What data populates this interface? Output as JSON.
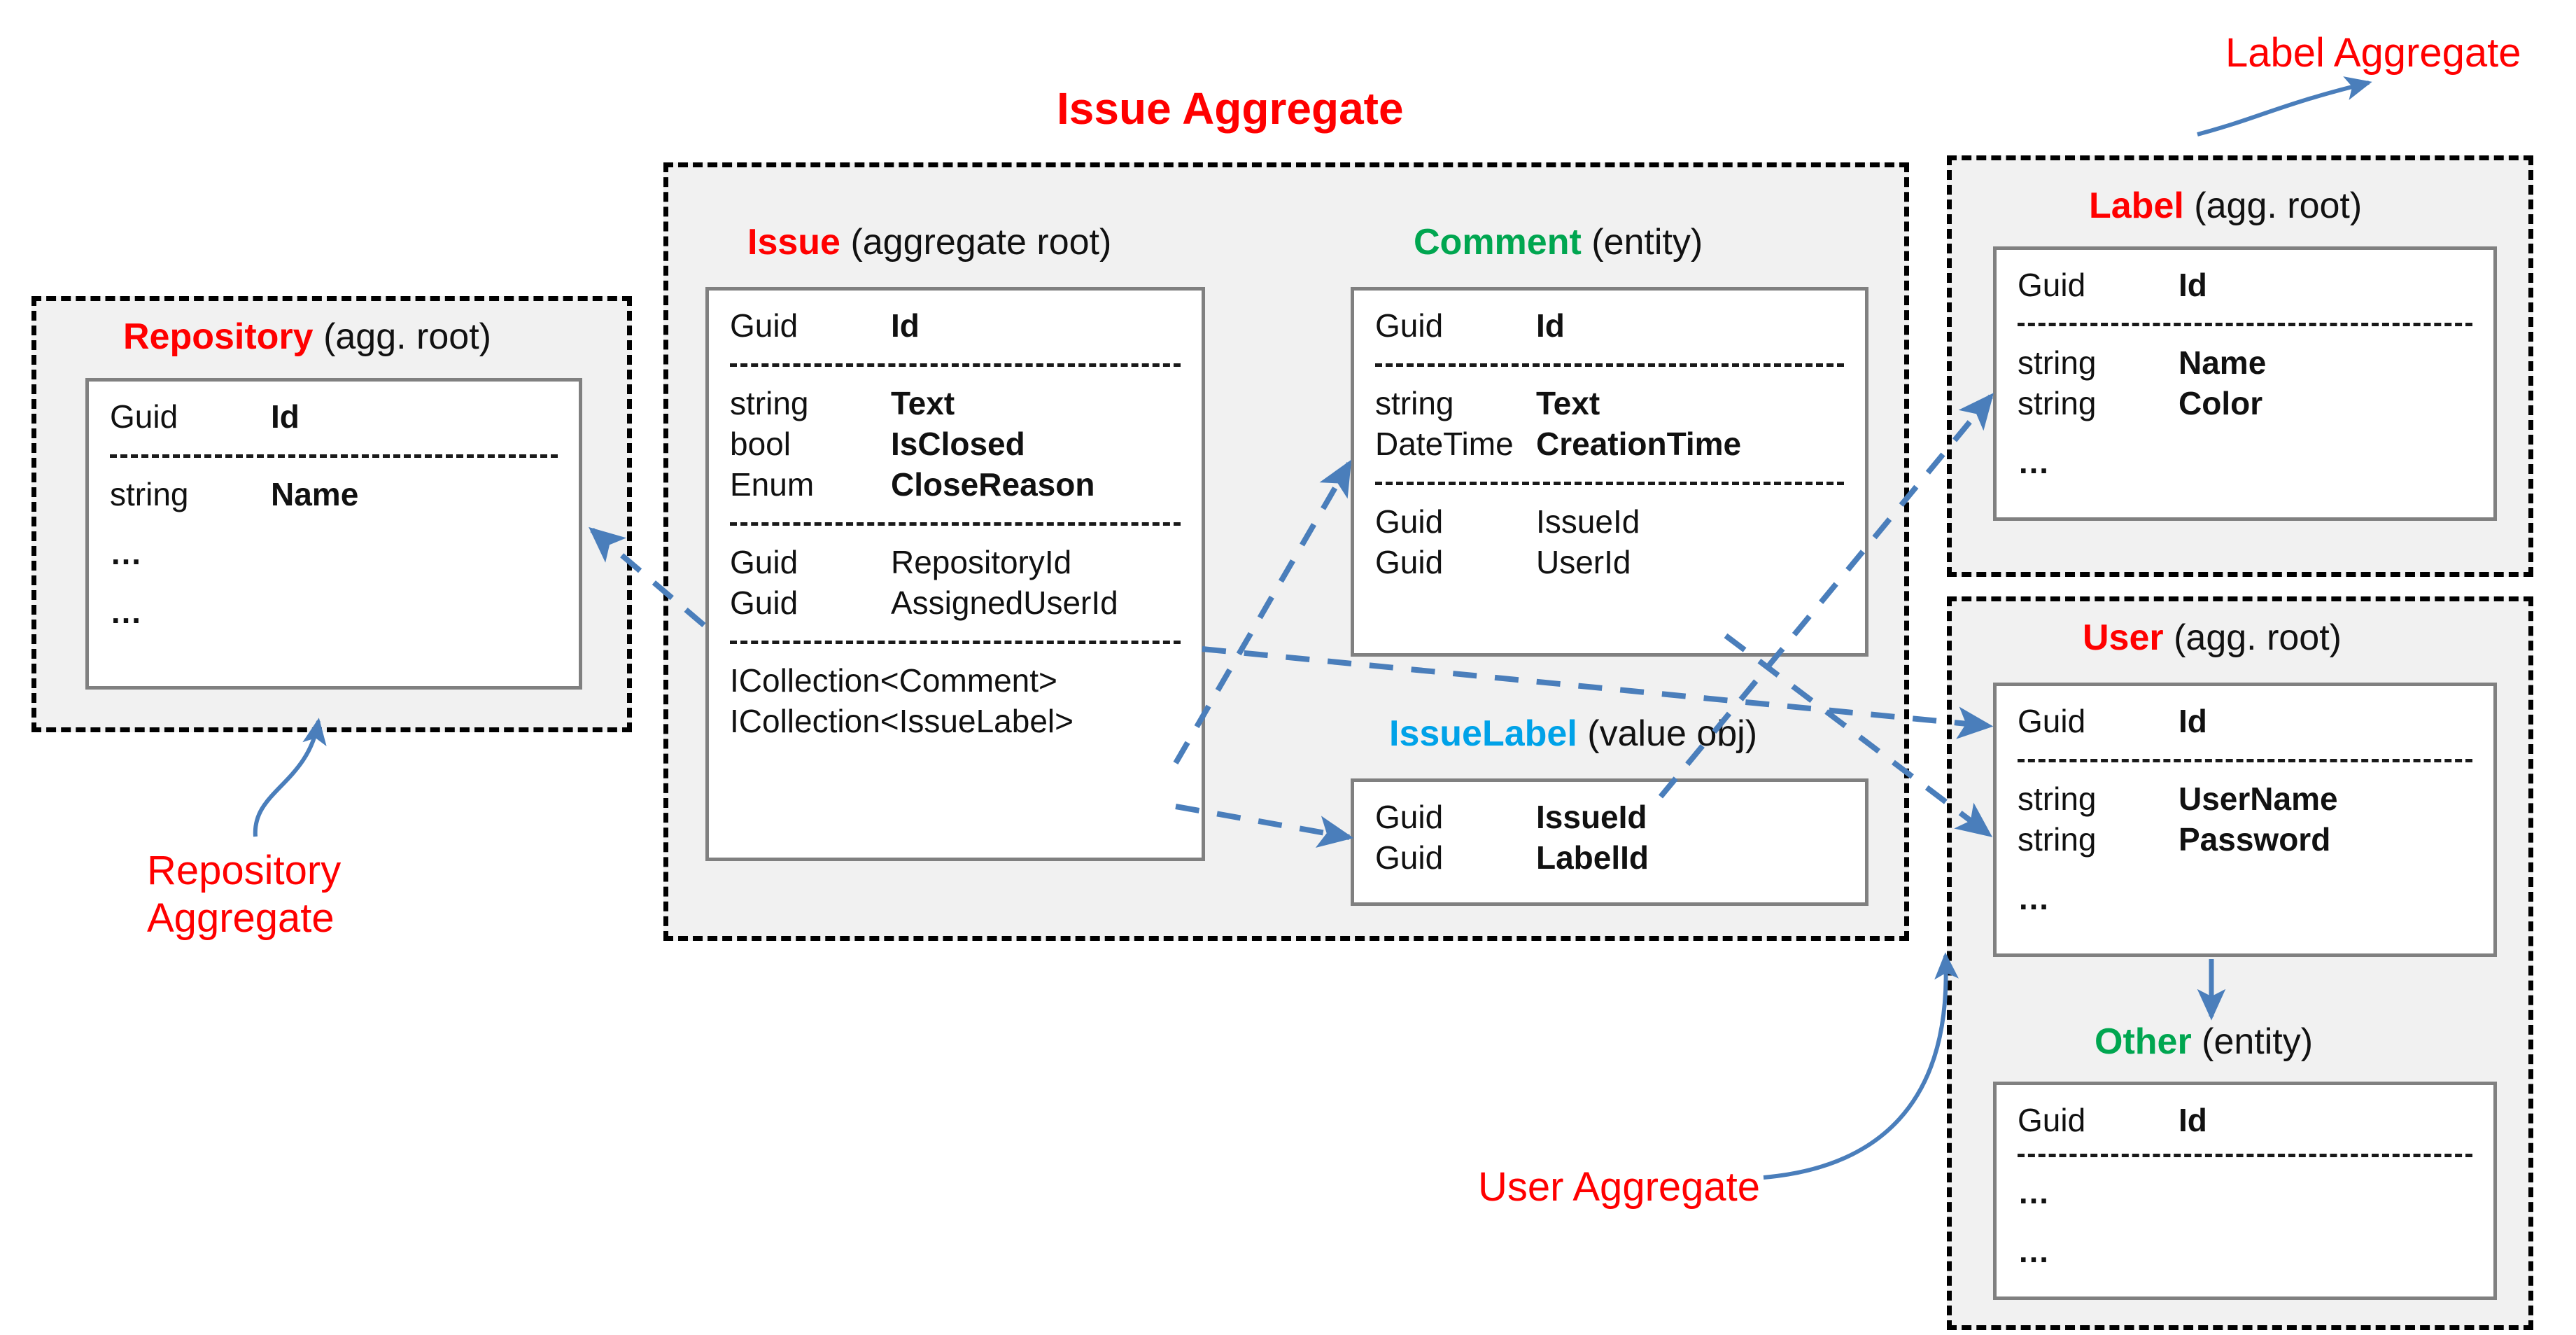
{
  "diagram": {
    "title_issue_aggregate": "Issue Aggregate",
    "caption_label_aggregate": "Label Aggregate",
    "caption_repository_aggregate_line1": "Repository",
    "caption_repository_aggregate_line2": "Aggregate",
    "caption_user_aggregate": "User Aggregate",
    "colors": {
      "aggregate_root": "#ff0000",
      "entity": "#00a650",
      "value_object": "#00a2e8",
      "connector": "#4a7ebb",
      "container_fill": "#f1f1f1",
      "card_border": "#808080"
    }
  },
  "entities": {
    "repository": {
      "name": "Repository",
      "kind": "(agg. root)",
      "rows_key": [
        {
          "type": "Guid",
          "name": "Id",
          "bold": true
        }
      ],
      "rows_props": [
        {
          "type": "string",
          "name": "Name",
          "bold": true
        }
      ],
      "ellipsis": [
        "…",
        "…"
      ]
    },
    "issue": {
      "name": "Issue",
      "kind": "(aggregate root)",
      "rows_key": [
        {
          "type": "Guid",
          "name": "Id",
          "bold": true
        }
      ],
      "rows_props": [
        {
          "type": "string",
          "name": "Text",
          "bold": true
        },
        {
          "type": "bool",
          "name": "IsClosed",
          "bold": true
        },
        {
          "type": "Enum",
          "name": "CloseReason",
          "bold": true
        }
      ],
      "rows_refs": [
        {
          "type": "Guid",
          "name": "RepositoryId",
          "bold": false
        },
        {
          "type": "Guid",
          "name": "AssignedUserId",
          "bold": false
        }
      ],
      "rows_collections": [
        {
          "type": "ICollection<Comment>",
          "name": "",
          "bold": false
        },
        {
          "type": "ICollection<IssueLabel>",
          "name": "",
          "bold": false
        }
      ]
    },
    "comment": {
      "name": "Comment",
      "kind": "(entity)",
      "rows_key": [
        {
          "type": "Guid",
          "name": "Id",
          "bold": true
        }
      ],
      "rows_props": [
        {
          "type": "string",
          "name": "Text",
          "bold": true
        },
        {
          "type": "DateTime",
          "name": "CreationTime",
          "bold": true
        }
      ],
      "rows_refs": [
        {
          "type": "Guid",
          "name": "IssueId",
          "bold": false
        },
        {
          "type": "Guid",
          "name": "UserId",
          "bold": false
        }
      ]
    },
    "issuelabel": {
      "name": "IssueLabel",
      "kind": "(value obj)",
      "rows_key": [
        {
          "type": "Guid",
          "name": "IssueId",
          "bold": true
        },
        {
          "type": "Guid",
          "name": "LabelId",
          "bold": true
        }
      ]
    },
    "label": {
      "name": "Label",
      "kind": "(agg. root)",
      "rows_key": [
        {
          "type": "Guid",
          "name": "Id",
          "bold": true
        }
      ],
      "rows_props": [
        {
          "type": "string",
          "name": "Name",
          "bold": true
        },
        {
          "type": "string",
          "name": "Color",
          "bold": true
        }
      ],
      "ellipsis": [
        "…"
      ]
    },
    "user": {
      "name": "User",
      "kind": "(agg. root)",
      "rows_key": [
        {
          "type": "Guid",
          "name": "Id",
          "bold": true
        }
      ],
      "rows_props": [
        {
          "type": "string",
          "name": "UserName",
          "bold": true
        },
        {
          "type": "string",
          "name": "Password",
          "bold": true
        }
      ],
      "ellipsis": [
        "…"
      ]
    },
    "other": {
      "name": "Other",
      "kind": "(entity)",
      "rows_key": [
        {
          "type": "Guid",
          "name": "Id",
          "bold": true
        }
      ],
      "ellipsis": [
        "…",
        "…"
      ]
    }
  }
}
